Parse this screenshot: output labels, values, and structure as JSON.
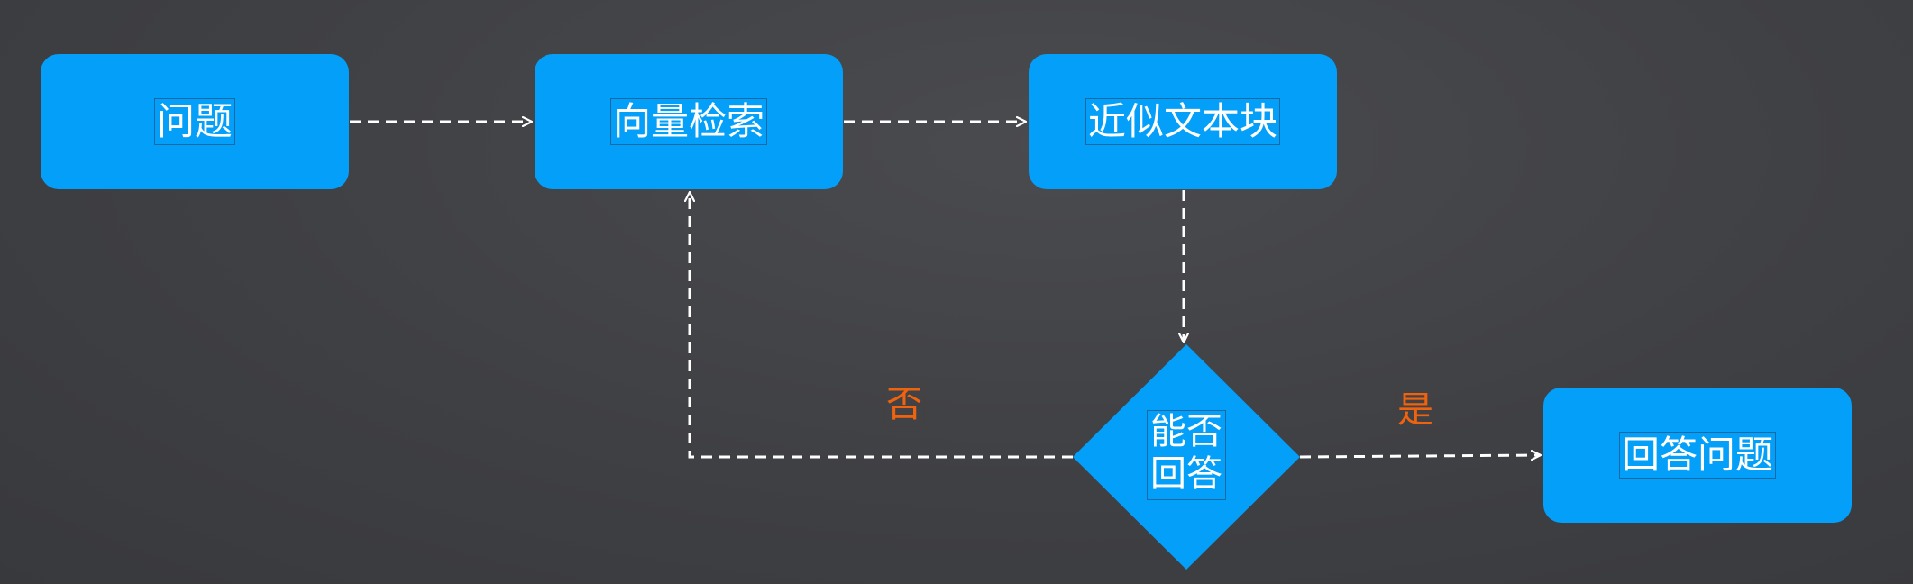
{
  "diagram": {
    "nodes": {
      "question": "问题",
      "vector_search": "向量检索",
      "similar_chunks": "近似文本块",
      "decision": [
        "能否",
        "回答"
      ],
      "answer": "回答问题"
    },
    "edge_labels": {
      "no": "否",
      "yes": "是"
    },
    "colors": {
      "node_fill": "#039ff9",
      "node_text": "#ffffff",
      "edge": "#ffffff",
      "edge_label": "#f0630e",
      "background": "#434448"
    }
  }
}
